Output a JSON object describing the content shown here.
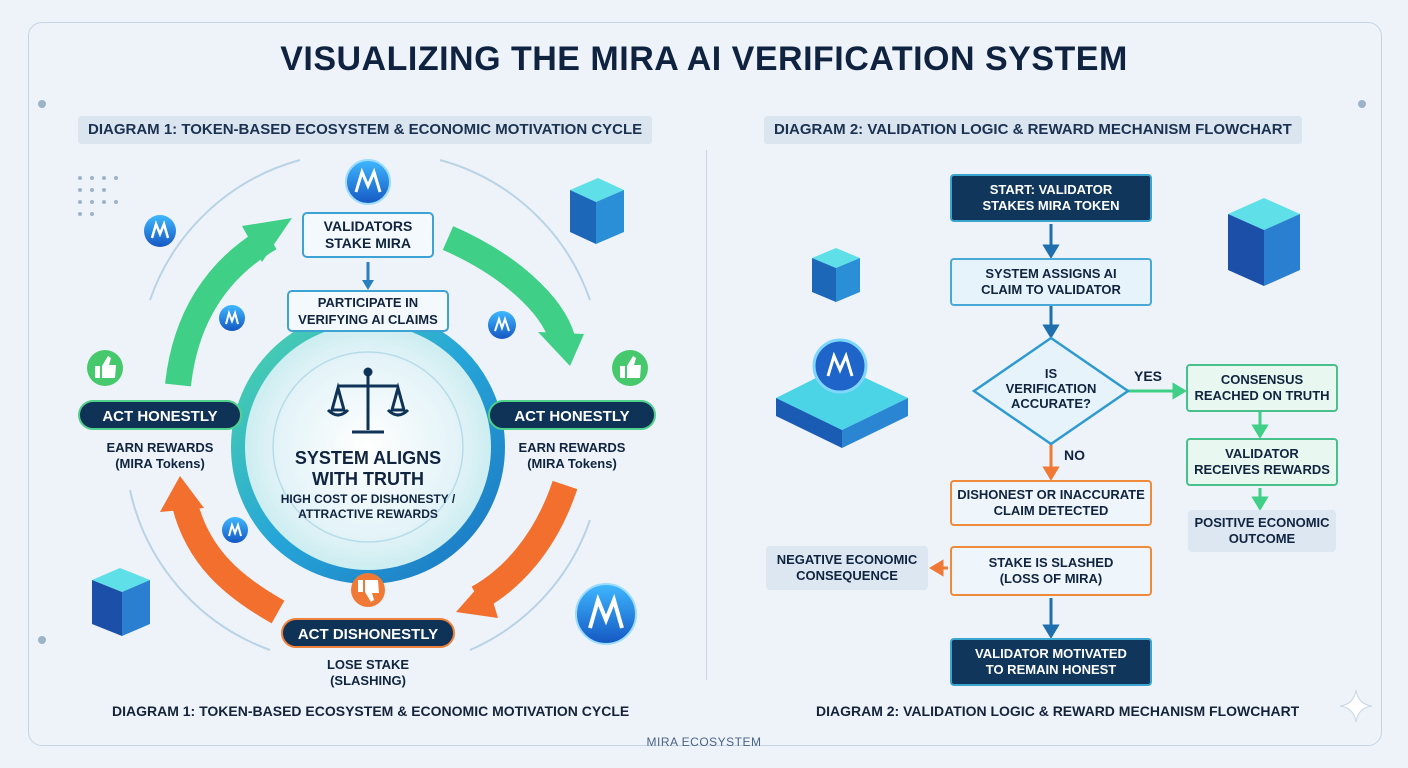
{
  "title": "VISUALIZING THE MIRA AI VERIFICATION SYSTEM",
  "diagram1": {
    "heading": "DIAGRAM 1: TOKEN-BASED ECOSYSTEM & ECONOMIC MOTIVATION CYCLE",
    "caption": "DIAGRAM 1: TOKEN-BASED ECOSYSTEM & ECONOMIC MOTIVATION CYCLE",
    "validators": "VALIDATORS\nSTAKE MIRA",
    "participate": "PARTICIPATE IN\nVERIFYING AI CLAIMS",
    "left_pill": "ACT HONESTLY",
    "right_pill": "ACT HONESTLY",
    "left_reward": "EARN REWARDS\n(MIRA Tokens)",
    "right_reward": "EARN REWARDS\n(MIRA Tokens)",
    "bottom_pill": "ACT DISHONESTLY",
    "bottom_text": "LOSE STAKE\n(SLASHING)",
    "center_title": "SYSTEM ALIGNS\nWITH TRUTH",
    "center_sub": "HIGH COST OF DISHONESTY /\nATTRACTIVE REWARDS"
  },
  "diagram2": {
    "heading": "DIAGRAM 2: VALIDATION LOGIC & REWARD MECHANISM FLOWCHART",
    "caption": "DIAGRAM 2: VALIDATION LOGIC & REWARD MECHANISM FLOWCHART",
    "start": "START: VALIDATOR\nSTAKES MIRA TOKEN",
    "assign": "SYSTEM ASSIGNS AI\nCLAIM TO VALIDATOR",
    "decision": "IS\nVERIFICATION\nACCURATE?",
    "yes": "YES",
    "no": "NO",
    "consensus": "CONSENSUS\nREACHED ON TRUTH",
    "receives": "VALIDATOR\nRECEIVES REWARDS",
    "positive": "POSITIVE ECONOMIC\nOUTCOME",
    "dishonest": "DISHONEST OR INACCURATE\nCLAIM DETECTED",
    "slashed": "STAKE IS SLASHED\n(LOSS OF MIRA)",
    "negative": "NEGATIVE ECONOMIC\nCONSEQUENCE",
    "motivated": "VALIDATOR MOTIVATED\nTO REMAIN HONEST"
  },
  "footer": "MIRA ECOSYSTEM",
  "colors": {
    "green": "#3fcf86",
    "orange": "#f26f2e",
    "blue": "#2a8fc4",
    "navy": "#0f3357"
  },
  "icons": [
    "mira-logo-icon",
    "scale-icon",
    "thumbs-up-icon",
    "thumbs-down-icon",
    "cube-icon",
    "server-icon",
    "sparkle-icon"
  ]
}
